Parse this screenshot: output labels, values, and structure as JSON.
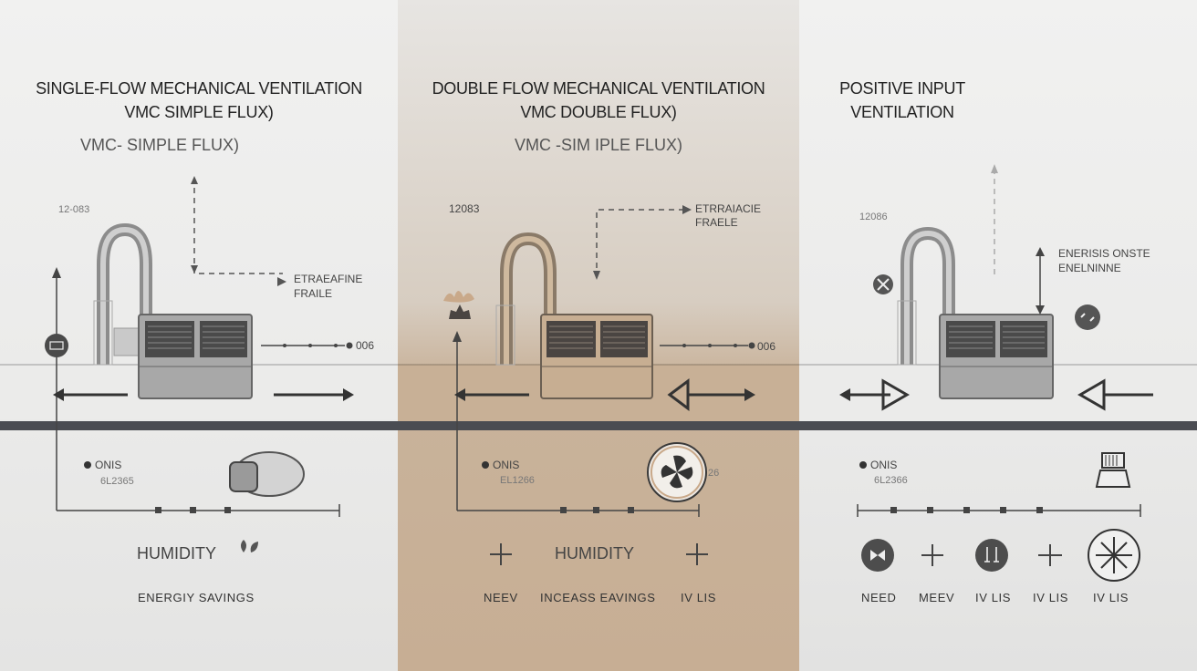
{
  "panels": [
    {
      "title": "SINGLE-FLOW MECHANICAL VENTILATION",
      "subtitle": "VMC SIMPLE FLUX)",
      "alt_subtitle": "VMC- SIMPLE FLUX)",
      "code": "12-083",
      "annotation": [
        "ETRAEAFINE",
        "FRAILE"
      ],
      "meter_value": "006",
      "stat": [
        "ONIS",
        "6L2365"
      ],
      "humidity": "HUMIDITY",
      "caption": "ENERGIY SAVINGS"
    },
    {
      "title": "DOUBLE FLOW MECHANICAL VENTILATION",
      "subtitle": "VMC DOUBLE FLUX)",
      "alt_subtitle": "VMC -SIM IPLE FLUX)",
      "code": "12083",
      "annotation": [
        "ETRRAIACIE",
        "FRAELE"
      ],
      "meter_value": "006",
      "stat": [
        "ONIS",
        "EL1266"
      ],
      "fan_value": "26",
      "humidity": "HUMIDITY",
      "captions": [
        "NEEV",
        "INCEASS EAVINGS",
        "IV LIS"
      ]
    },
    {
      "title": "POSITIVE INPUT",
      "subtitle": "VENTILATION",
      "code": "12086",
      "annotation": [
        "ENERISIS ONSTE",
        "ENELNINNE"
      ],
      "stat": [
        "ONIS",
        "6L2366"
      ],
      "captions": [
        "NEED",
        "MEEV",
        "IV LIS",
        "IV LIS",
        "IV LIS"
      ]
    }
  ],
  "colors": {
    "accent_beige": "#c8b096",
    "divider": "#4a4c52",
    "unit": "#a8a8a8"
  },
  "icons": [
    "vent-unit-icon",
    "arrow-left-icon",
    "arrow-right-icon",
    "triangle-arrow-icon",
    "fan-icon",
    "plus-icon",
    "leaf-icon",
    "gauge-icon",
    "heater-icon",
    "filter-icon"
  ]
}
